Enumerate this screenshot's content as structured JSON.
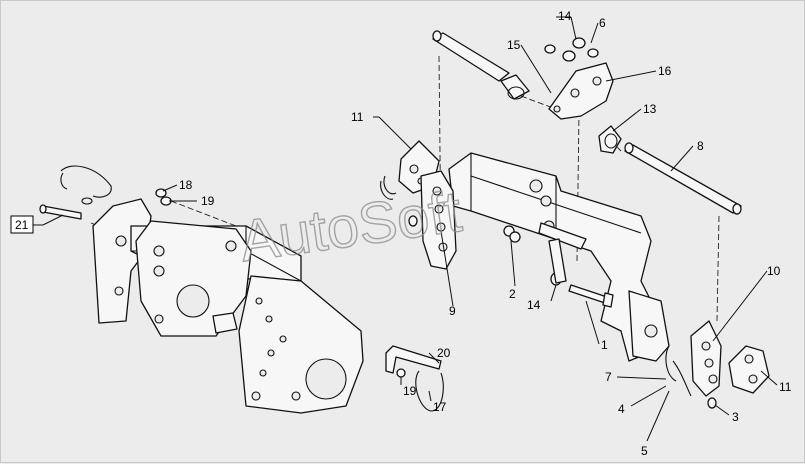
{
  "watermark": "AutoSoft",
  "callouts": {
    "c1": "1",
    "c2": "2",
    "c3": "3",
    "c4": "4",
    "c5": "5",
    "c6": "6",
    "c7": "7",
    "c8": "8",
    "c9": "9",
    "c10": "10",
    "c11a": "11",
    "c11b": "11",
    "c13": "13",
    "c14a": "14",
    "c14b": "14",
    "c15": "15",
    "c16": "16",
    "c17": "17",
    "c18": "18",
    "c19a": "19",
    "c19b": "19",
    "c20": "20",
    "c21": "21"
  }
}
